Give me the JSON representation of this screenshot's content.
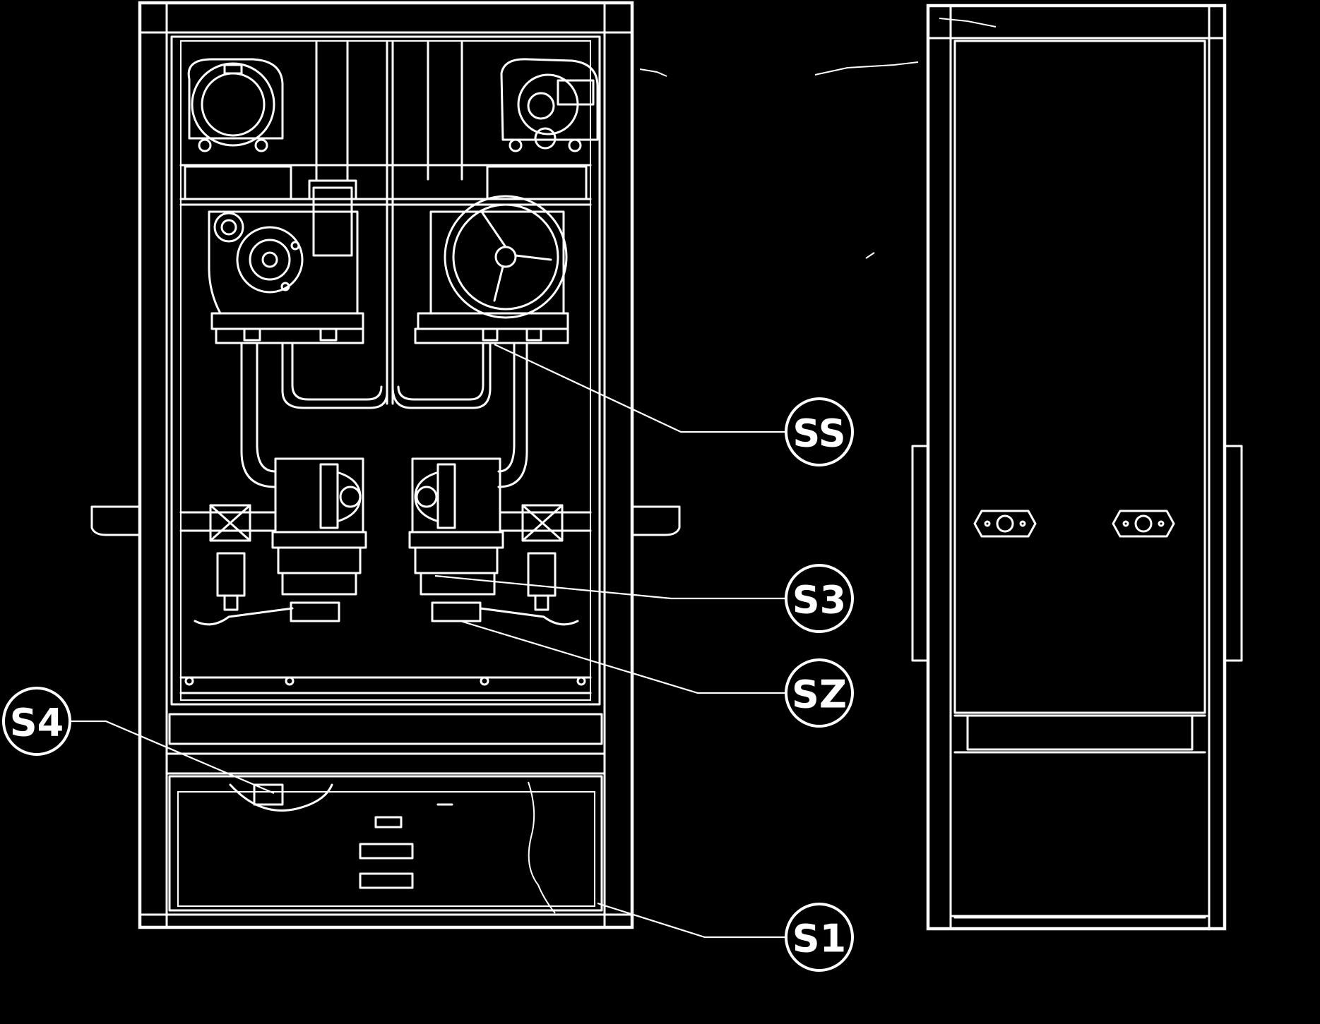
{
  "diagram": {
    "background": "#000000",
    "line_color": "#ffffff",
    "callouts": [
      {
        "id": "c55",
        "label": "SS"
      },
      {
        "id": "c53",
        "label": "S3"
      },
      {
        "id": "c52",
        "label": "SZ"
      },
      {
        "id": "c54",
        "label": "S4"
      },
      {
        "id": "c51",
        "label": "S1"
      }
    ]
  }
}
